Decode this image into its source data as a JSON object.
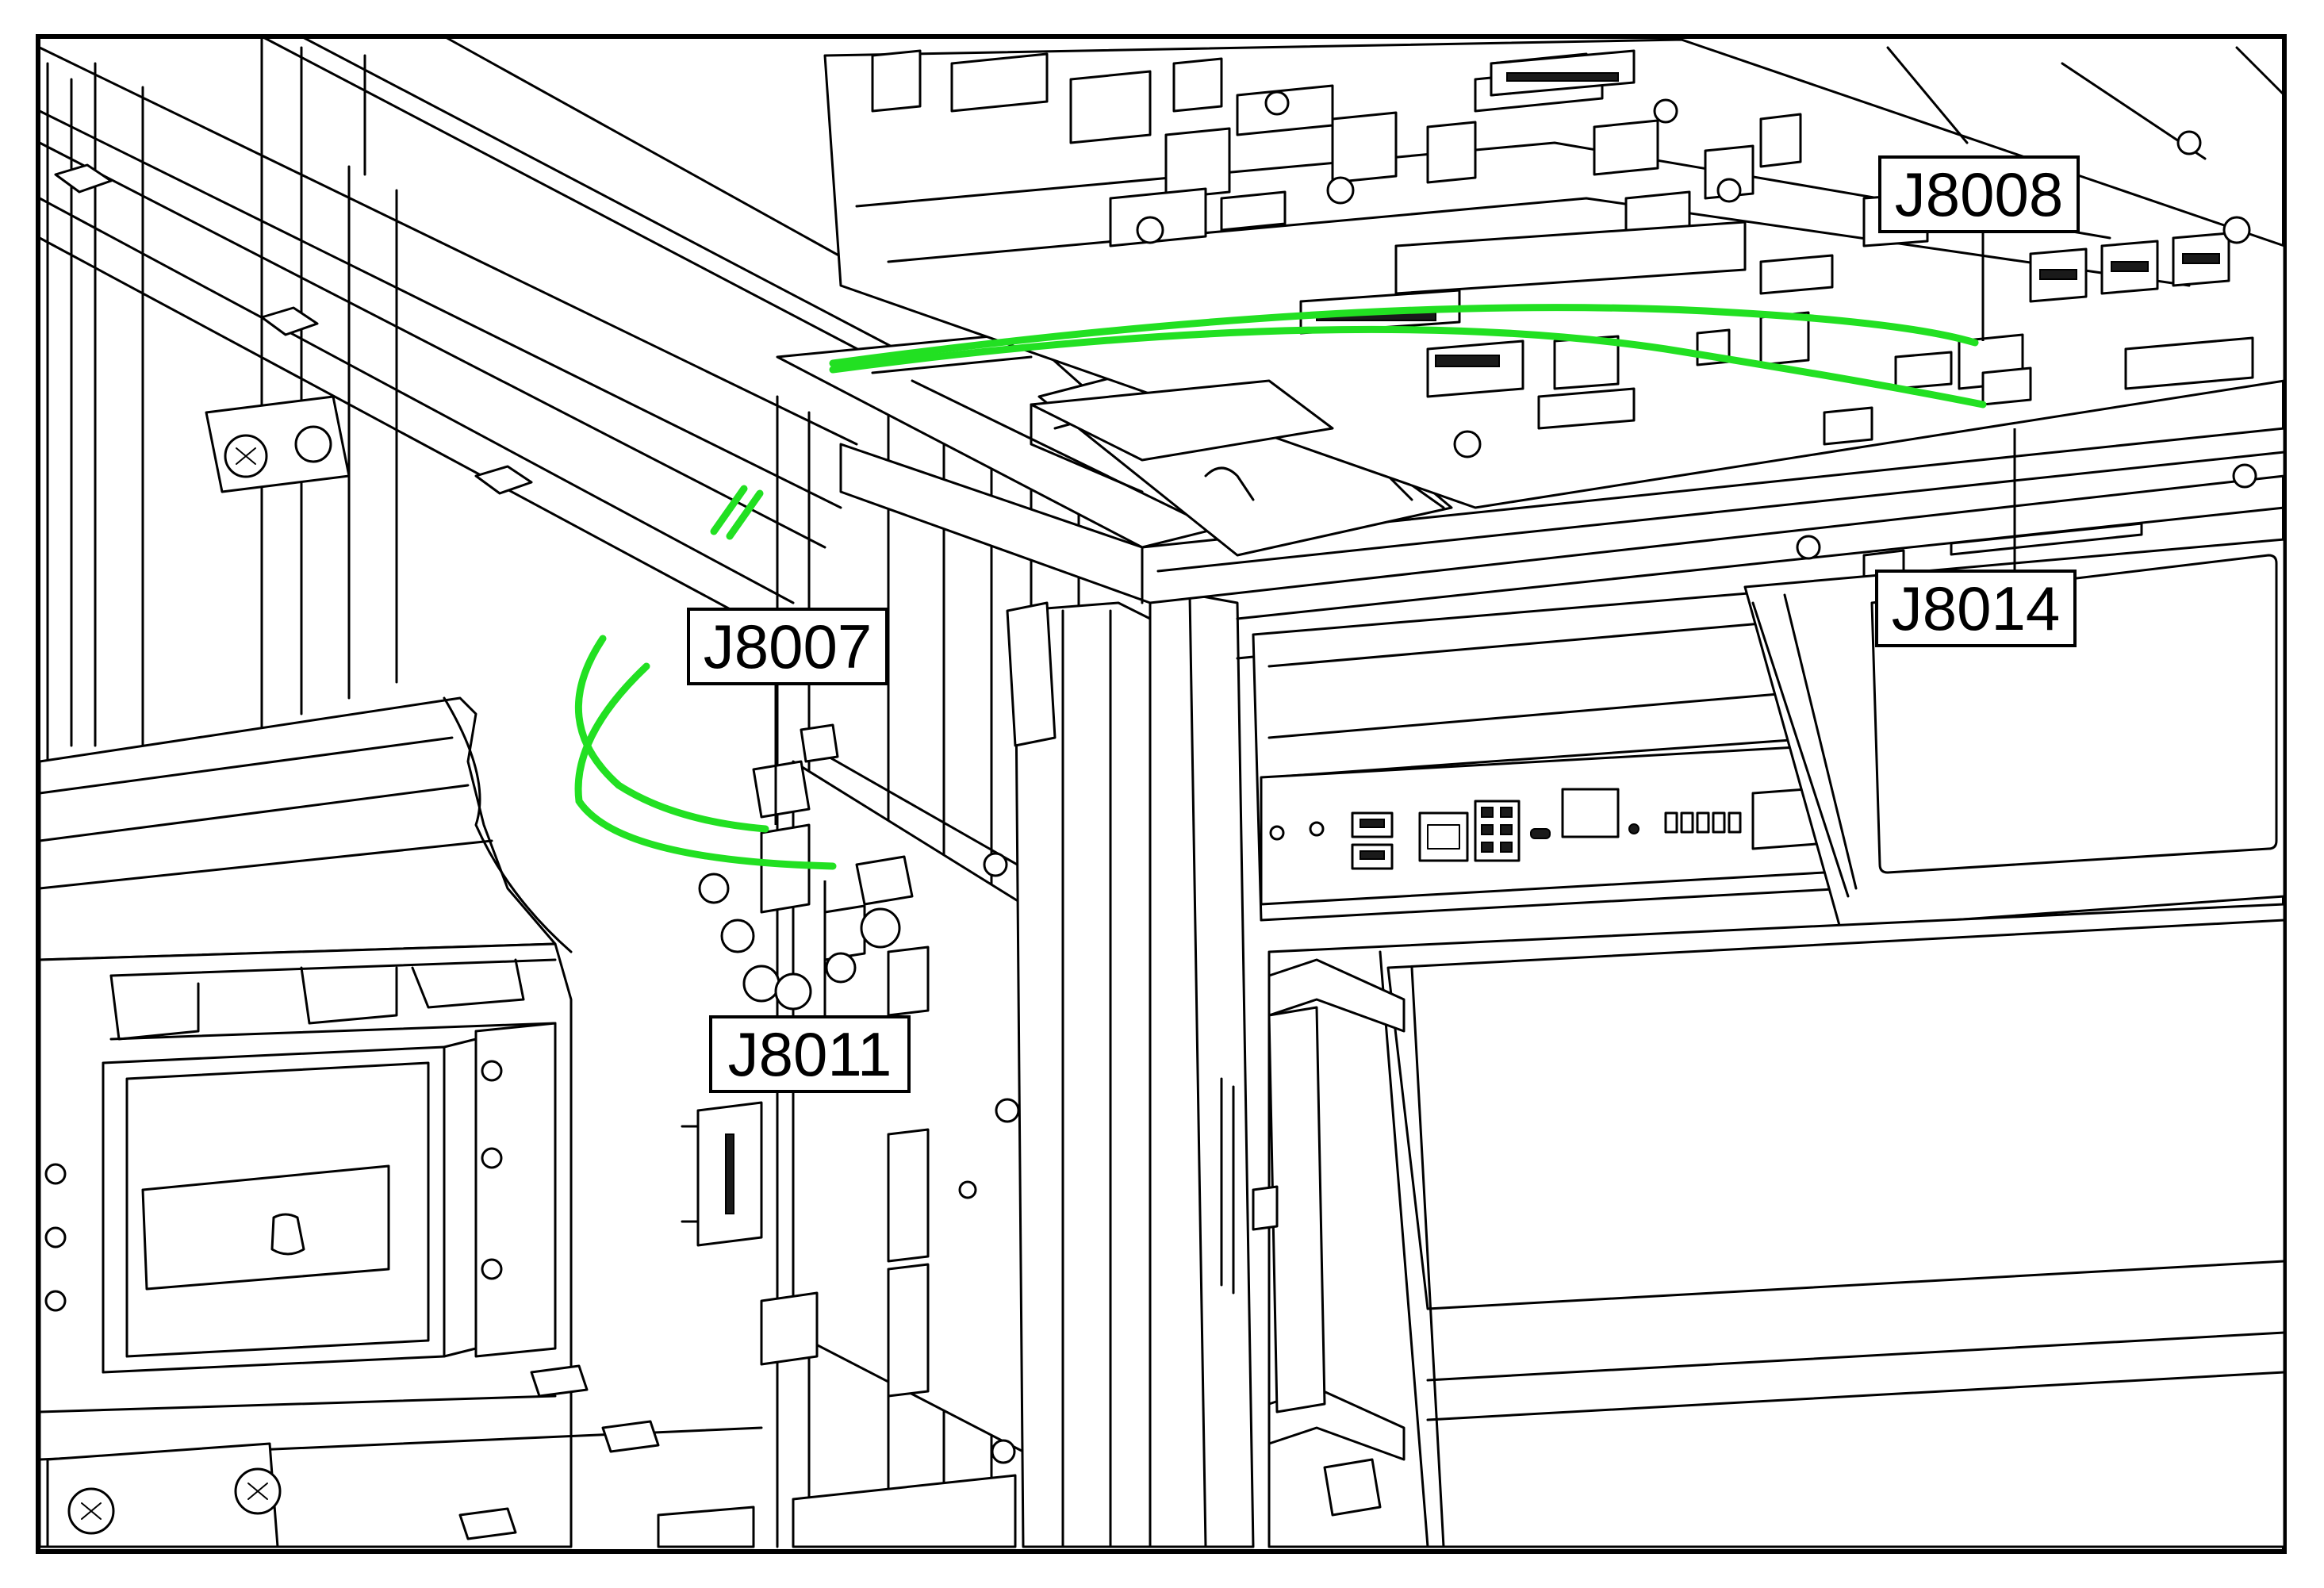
{
  "colors": {
    "line": "#000000",
    "cable": "#22e022",
    "background": "#ffffff"
  },
  "callouts": {
    "j8008": "J8008",
    "j8014": "J8014",
    "j8007": "J8007",
    "j8011": "J8011"
  }
}
